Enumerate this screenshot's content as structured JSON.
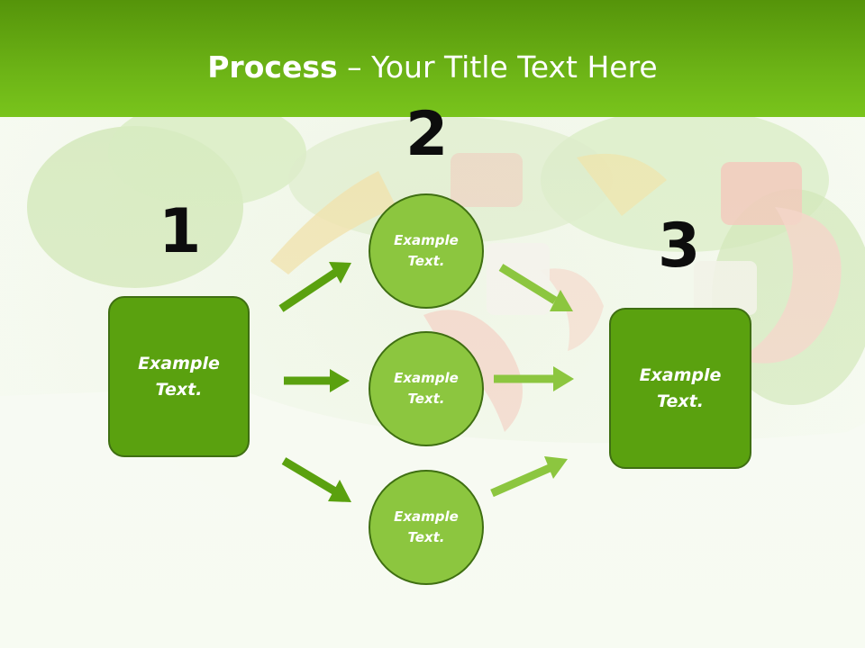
{
  "slide": {
    "title_bold": "Process",
    "title_rest": " – Your Title Text Here"
  },
  "steps": [
    {
      "number": "1",
      "line1": "Example",
      "line2": "Text."
    },
    {
      "number": "2"
    },
    {
      "number": "3",
      "line1": "Example",
      "line2": "Text."
    }
  ],
  "circles": [
    {
      "line1": "Example",
      "line2": "Text."
    },
    {
      "line1": "Example",
      "line2": "Text."
    },
    {
      "line1": "Example",
      "line2": "Text."
    }
  ],
  "colors": {
    "header": "#6cb316",
    "box_fill": "#5aa10f",
    "circle_fill": "#8cc63f",
    "arrow_dark": "#5aa10f",
    "arrow_light": "#8cc63f"
  }
}
